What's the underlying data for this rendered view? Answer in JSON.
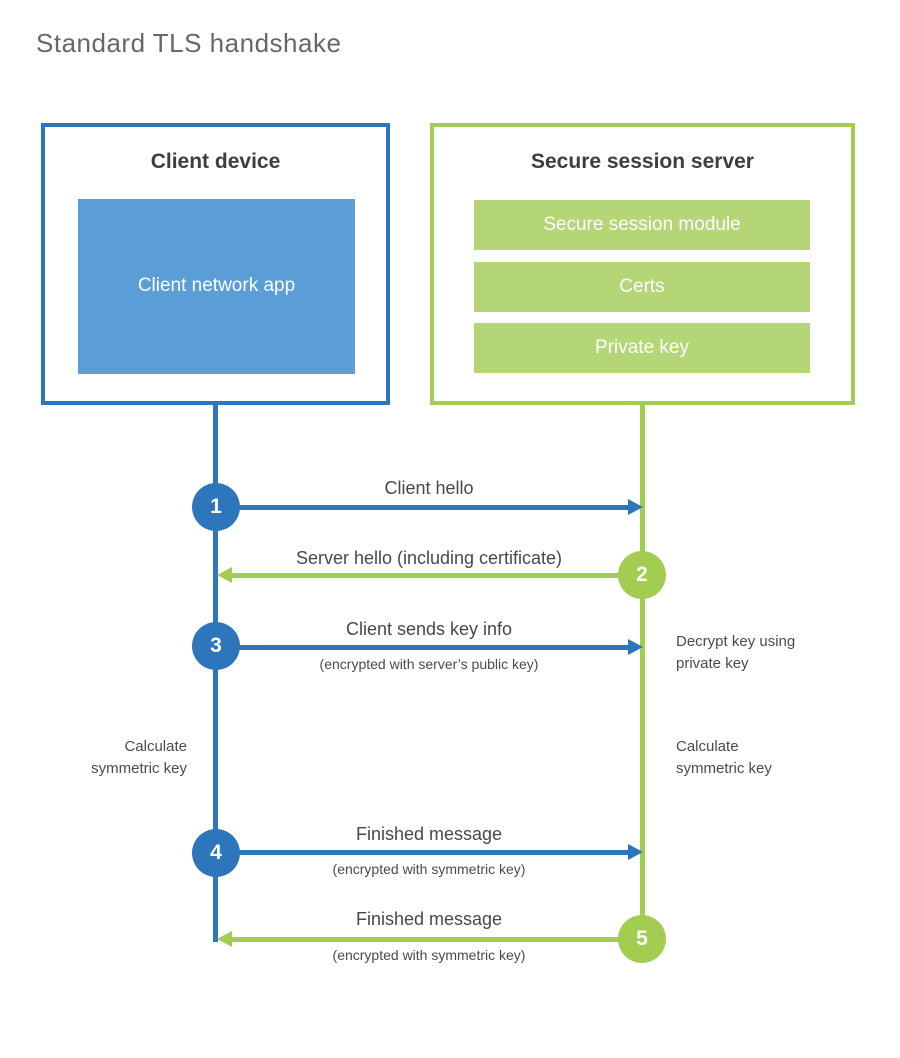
{
  "title": "Standard TLS handshake",
  "colors": {
    "blue": "#2d76bb",
    "blue_fill": "#5b9dd6",
    "green": "#a2cd50",
    "green_fill": "#b4d676",
    "heading_text": "#3d3e40",
    "label_text": "#47484a",
    "title_text": "#66676a"
  },
  "client": {
    "title": "Client device",
    "app_label": "Client network app"
  },
  "server": {
    "title": "Secure session server",
    "modules": [
      "Secure session module",
      "Certs",
      "Private key"
    ]
  },
  "steps": [
    {
      "num": "1",
      "label": "Client hello",
      "sub": "",
      "from": "client",
      "to": "server"
    },
    {
      "num": "2",
      "label": "Server hello (including certificate)",
      "sub": "",
      "from": "server",
      "to": "client"
    },
    {
      "num": "3",
      "label": "Client sends key info",
      "sub": "(encrypted with server’s public key)",
      "from": "client",
      "to": "server"
    },
    {
      "num": "4",
      "label": "Finished message",
      "sub": "(encrypted with symmetric key)",
      "from": "client",
      "to": "server"
    },
    {
      "num": "5",
      "label": "Finished message",
      "sub": "(encrypted with symmetric key)",
      "from": "server",
      "to": "client"
    }
  ],
  "notes": [
    {
      "id": "decrypt",
      "text": "Decrypt key using private key",
      "side": "right"
    },
    {
      "id": "calc-left",
      "text": "Calculate symmetric key",
      "side": "left"
    },
    {
      "id": "calc-right",
      "text": "Calculate symmetric key",
      "side": "right"
    }
  ]
}
